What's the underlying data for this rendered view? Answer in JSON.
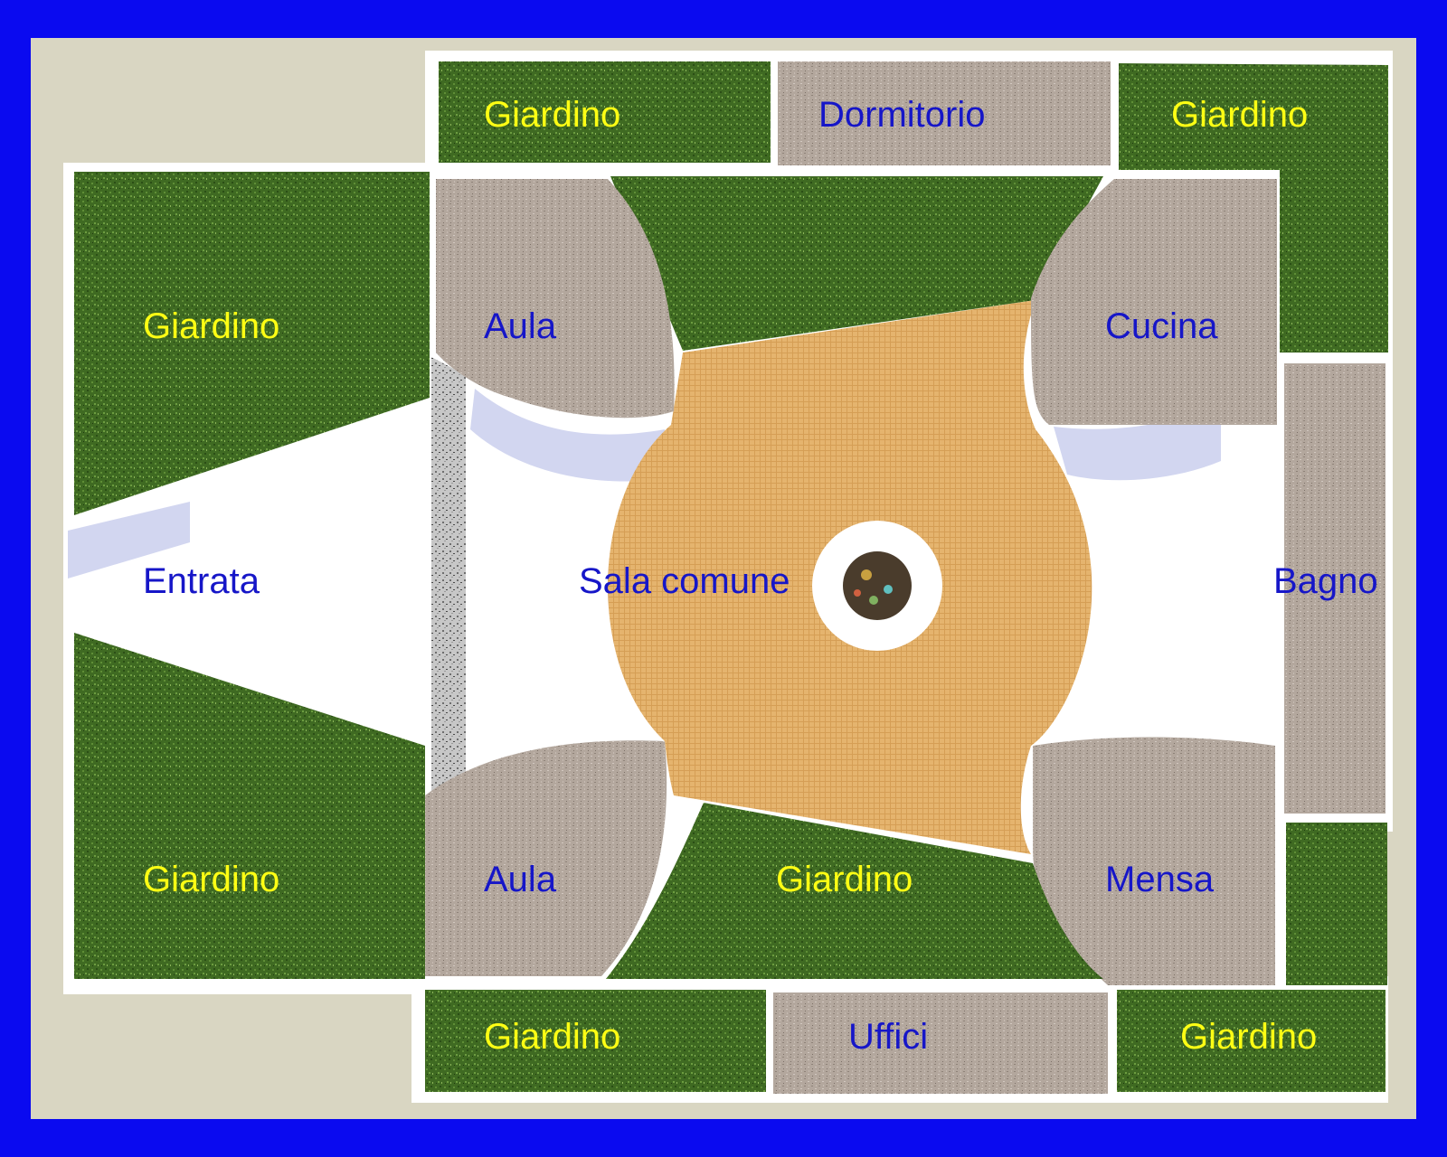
{
  "colors": {
    "frame": "#0a0af0",
    "background": "#d9d6c2",
    "wall": "#ffffff",
    "garden": "#3f6a22",
    "room": "#b3a79d",
    "common": "#e5b46e",
    "corridor": "#d2d6f0",
    "garden_label": "#ffff14",
    "room_label": "#1616c8"
  },
  "areas": {
    "garden_top_left": "Giardino",
    "dormitory": "Dormitorio",
    "garden_top_right": "Giardino",
    "garden_west_upper": "Giardino",
    "classroom_upper": "Aula",
    "kitchen": "Cucina",
    "entrance": "Entrata",
    "common_room": "Sala comune",
    "bathroom": "Bagno",
    "garden_west_lower": "Giardino",
    "classroom_lower": "Aula",
    "garden_center_south": "Giardino",
    "canteen": "Mensa",
    "garden_bottom_left": "Giardino",
    "offices": "Uffici",
    "garden_bottom_right": "Giardino"
  }
}
